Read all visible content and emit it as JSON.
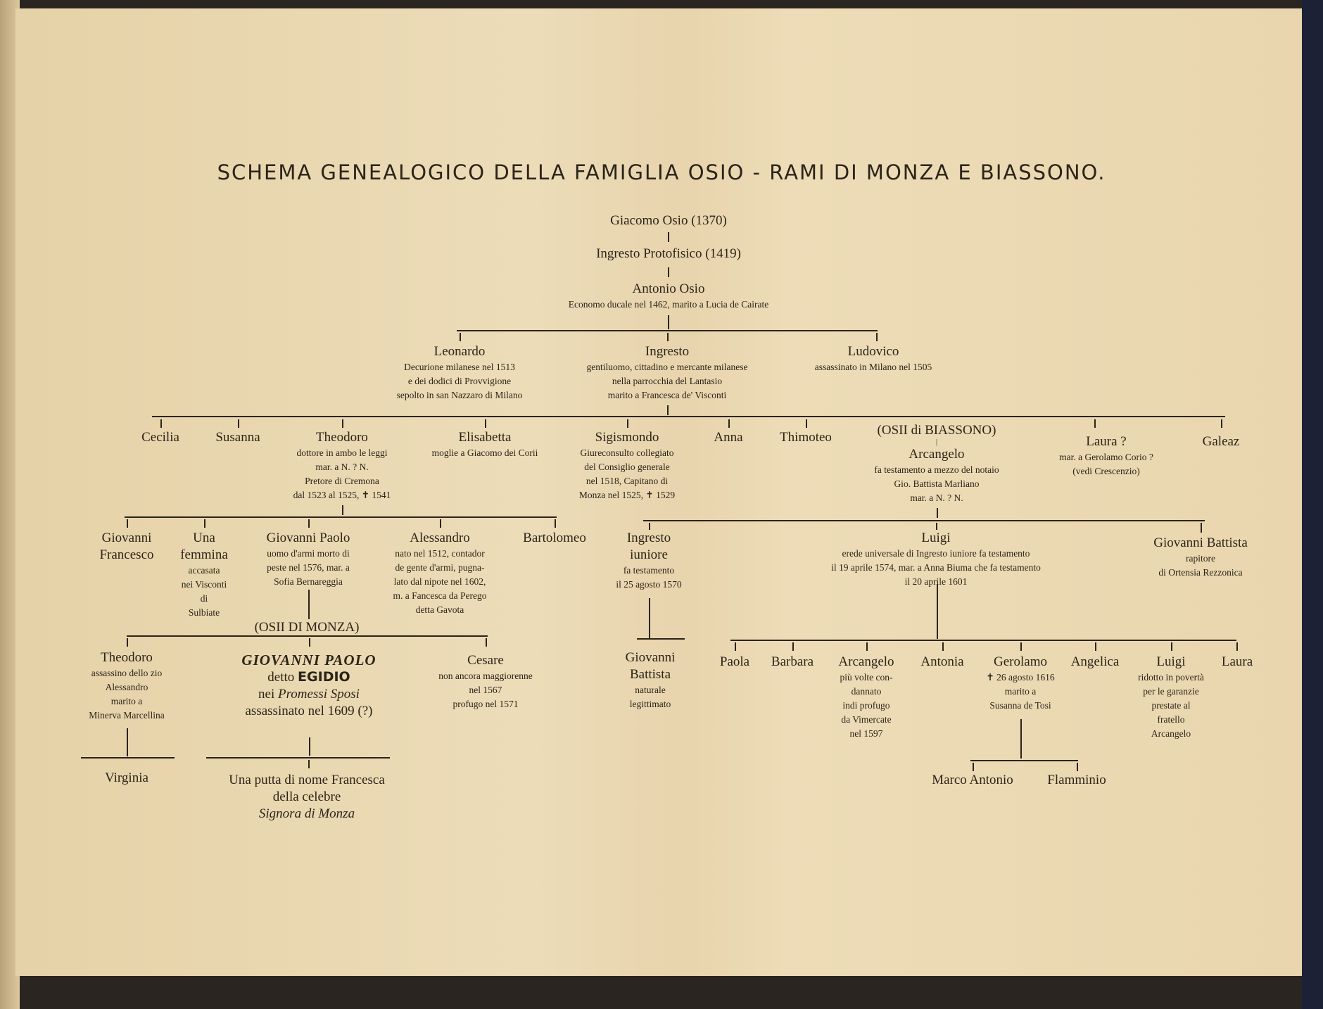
{
  "title": "SCHEMA GENEALOGICO DELLA FAMIGLIA OSIO - RAMI DI MONZA E BIASSONO.",
  "gen1": {
    "giacomo": "Giacomo Osio (1370)",
    "ingresto": "Ingresto Protofisico (1419)",
    "antonio": "Antonio Osio",
    "antonio_note": "Economo ducale nel 1462, marito a Lucia de Cairate"
  },
  "gen2": [
    {
      "name": "Leonardo",
      "note": "Decurione milanese nel 1513\ne dei dodici di Provvigione\nsepolto in san Nazzaro di Milano"
    },
    {
      "name": "Ingresto",
      "note": "gentiluomo, cittadino e mercante milanese\nnella parrocchia del Lantasio\nmarito a Francesca de' Visconti"
    },
    {
      "name": "Ludovico",
      "note": "assassinato in Milano nel 1505"
    }
  ],
  "gen3": [
    {
      "name": "Cecilia"
    },
    {
      "name": "Susanna"
    },
    {
      "name": "Theodoro",
      "note": "dottore in ambo le leggi\nmar. a N. ? N.\nPretore di Cremona\ndal 1523 al 1525, ✝ 1541"
    },
    {
      "name": "Elisabetta",
      "note": "moglie a Giacomo dei Corii"
    },
    {
      "name": "Sigismondo",
      "note": "Giureconsulto collegiato\ndel Consiglio generale\nnel 1518, Capitano di\nMonza nel 1525, ✝ 1529"
    },
    {
      "name": "Anna"
    },
    {
      "name": "Thimoteo"
    },
    {
      "branch": "(OSII di BIASSONO)",
      "name": "Arcangelo",
      "note": "fa testamento a mezzo del notaio\nGio. Battista Marliano\nmar. a N. ? N."
    },
    {
      "name": "Laura ?",
      "note": "mar. a Gerolamo Corio  ?\n(vedi Crescenzio)"
    },
    {
      "name": "Galeaz"
    }
  ],
  "gen4": [
    {
      "name": "Giovanni\nFrancesco"
    },
    {
      "name": "Una\nfemmina",
      "note": "accasata\nnei Visconti\ndi\nSulbiate"
    },
    {
      "name": "Giovanni Paolo",
      "note": "uomo d'armi morto di\npeste nel 1576, mar. a\nSofia Bernareggia"
    },
    {
      "name": "Alessandro",
      "note": "nato nel 1512, contador\nde gente d'armi, pugna-\nlato dal nipote nel 1602,\nm. a Fancesca da Perego\ndetta Gavota"
    },
    {
      "name": "Bartolomeo"
    },
    {
      "name": "Ingresto\niuniore",
      "note": "fa testamento\nil 25 agosto 1570"
    },
    {
      "name": "Luigi",
      "note": "erede universale di Ingresto iuniore fa testamento\nil 19 aprile 1574, mar. a Anna Biuma che fa testamento\nil 20 aprile 1601"
    },
    {
      "name": "Giovanni Battista",
      "note": "rapitore\ndi Ortensia Rezzonica"
    }
  ],
  "monza_branch": "(OSII DI MONZA)",
  "gen5": [
    {
      "name": "Theodoro",
      "note": "assassino dello zio\nAlessandro\nmarito a\nMinerva Marcellina"
    },
    {
      "name": "GIOVANNI PAOLO",
      "detto": "detto",
      "egidio": "EGIDIO",
      "nei": "nei",
      "book": "Promessi Sposi",
      "note": "assassinato nel 1609 (?)"
    },
    {
      "name": "Cesare",
      "note": "non ancora maggiorenne\nnel 1567\nprofugo nel 1571"
    },
    {
      "name": "Giovanni\nBattista",
      "note": "naturale\nlegittimato"
    },
    {
      "name": "Paola"
    },
    {
      "name": "Barbara"
    },
    {
      "name": "Arcangelo",
      "note": "più volte con-\ndannato\nindi profugo\nda Vimercate\nnel 1597"
    },
    {
      "name": "Antonia"
    },
    {
      "name": "Gerolamo",
      "note": "✝ 26 agosto 1616\nmarito a\nSusanna de Tosi"
    },
    {
      "name": "Angelica"
    },
    {
      "name": "Luigi",
      "note": "ridotto in povertà\nper le garanzie\nprestate al\nfratello\nArcangelo"
    },
    {
      "name": "Laura"
    }
  ],
  "gen6": [
    {
      "name": "Virginia"
    },
    {
      "name": "Una putta di nome Francesca\ndella celebre",
      "italic": "Signora di Monza"
    },
    {
      "name": "Marco Antonio"
    },
    {
      "name": "Flamminio"
    }
  ]
}
